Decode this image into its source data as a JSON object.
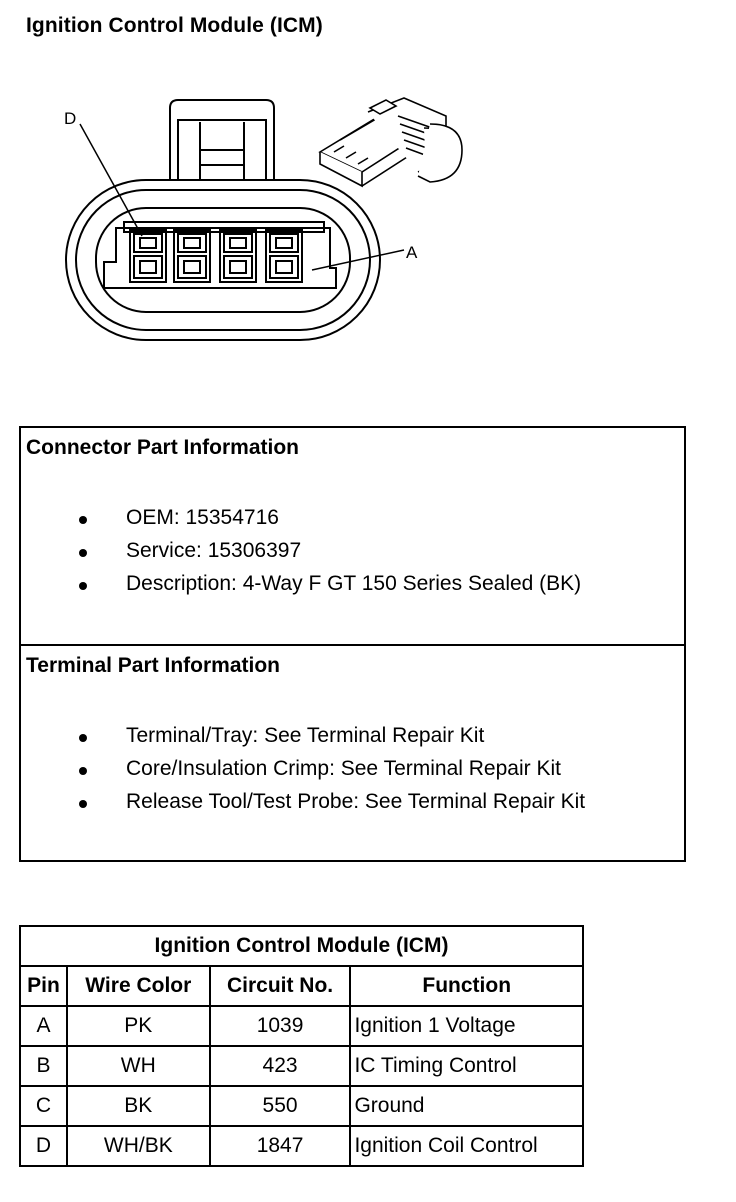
{
  "page_title": "Ignition Control Module (ICM)",
  "diagram": {
    "label_d": "D",
    "label_a": "A"
  },
  "connector_info": {
    "heading": "Connector Part Information",
    "items": [
      "OEM: 15354716",
      "Service: 15306397",
      "Description: 4-Way F GT 150 Series Sealed (BK)"
    ]
  },
  "terminal_info": {
    "heading": "Terminal Part Information",
    "items": [
      "Terminal/Tray: See Terminal Repair Kit",
      "Core/Insulation Crimp: See Terminal Repair Kit",
      "Release Tool/Test Probe: See Terminal Repair Kit"
    ]
  },
  "pin_table": {
    "caption": "Ignition Control Module (ICM)",
    "headers": [
      "Pin",
      "Wire Color",
      "Circuit No.",
      "Function"
    ],
    "rows": [
      [
        "A",
        "PK",
        "1039",
        "Ignition 1 Voltage"
      ],
      [
        "B",
        "WH",
        "423",
        "IC Timing Control"
      ],
      [
        "C",
        "BK",
        "550",
        "Ground"
      ],
      [
        "D",
        "WH/BK",
        "1847",
        "Ignition Coil Control"
      ]
    ]
  }
}
